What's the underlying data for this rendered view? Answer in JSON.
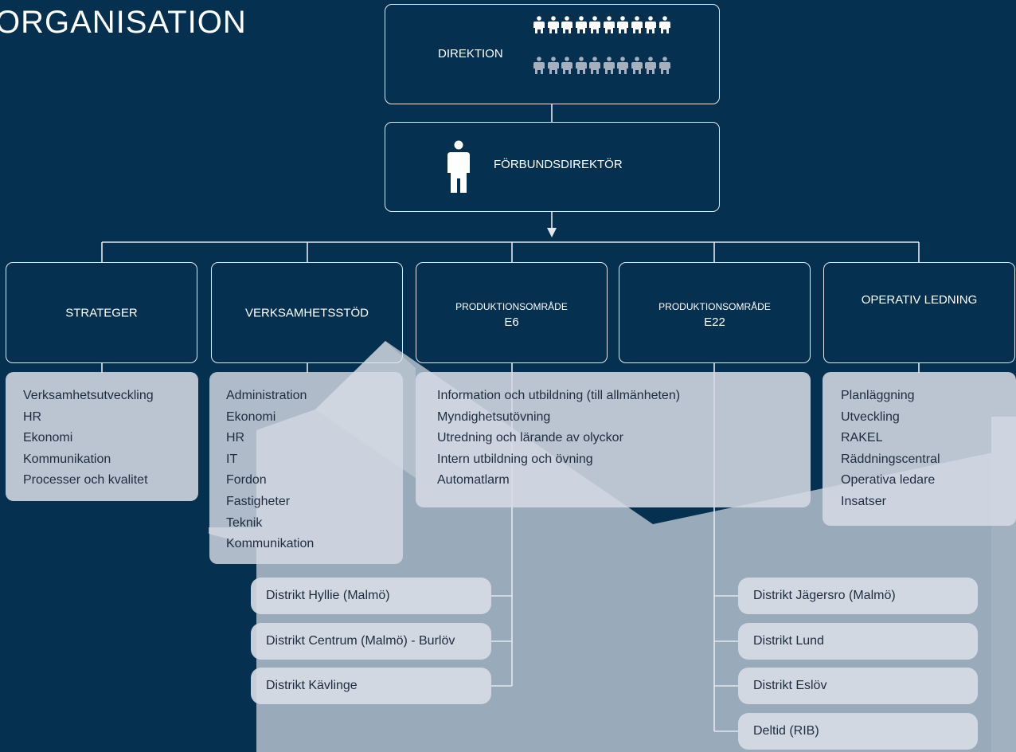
{
  "title": "ORGANISATION",
  "top": {
    "direktion": "DIREKTION",
    "direktor": "FÖRBUNDSDIREKTÖR"
  },
  "departments": [
    {
      "name": "STRATEGER",
      "items": [
        "Verksamhetsutveckling",
        "HR",
        "Ekonomi",
        "Kommunikation",
        "Processer och kvalitet"
      ]
    },
    {
      "name": "VERKSAMHETSSTÖD",
      "items": [
        "Administration",
        "Ekonomi",
        "HR",
        "IT",
        "Fordon",
        "Fastigheter",
        "Teknik",
        "Kommunikation"
      ]
    },
    {
      "name_line1": "PRODUKTIONSOMRÅDE",
      "name_line2": "E6",
      "items": [
        "Information och utbildning (till allmänheten)",
        "Myndighetsutövning",
        "Utredning och lärande av olyckor",
        "Intern utbildning och övning",
        "Automatlarm"
      ],
      "districts": [
        "Distrikt Hyllie (Malmö)",
        "Distrikt Centrum (Malmö) - Burlöv",
        "Distrikt Kävlinge"
      ]
    },
    {
      "name_line1": "PRODUKTIONSOMRÅDE",
      "name_line2": "E22",
      "districts": [
        "Distrikt Jägersro (Malmö)",
        "Distrikt Lund",
        "Distrikt Eslöv",
        "Deltid (RIB)"
      ]
    },
    {
      "name": "OPERATIV LEDNING",
      "items": [
        "Planläggning",
        "Utveckling",
        "RAKEL",
        "Räddningscentral",
        "Operativa ledare",
        "Insatser"
      ]
    }
  ],
  "colors": {
    "background": "#05304f",
    "line": "#e4e8ee",
    "card": "#d5dae4",
    "text_dark": "#1d2c3f",
    "people_top": "#ffffff",
    "people_bottom": "#a6afbd"
  },
  "icons": {
    "board_members": "people-group-icon",
    "director": "person-icon"
  }
}
